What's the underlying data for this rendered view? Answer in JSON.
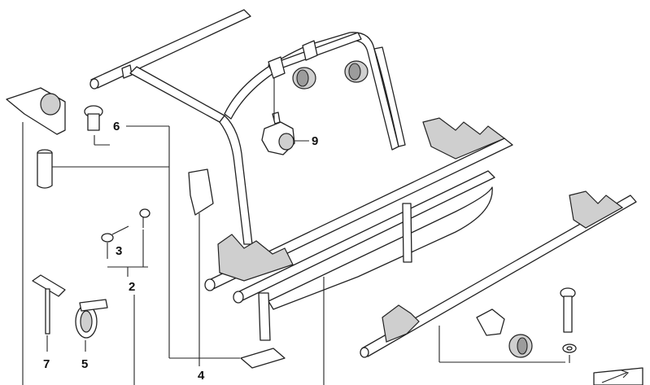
{
  "diagram": {
    "callouts": [
      {
        "id": "c6",
        "label": "6"
      },
      {
        "id": "c9",
        "label": "9"
      },
      {
        "id": "c3",
        "label": "3"
      },
      {
        "id": "c2",
        "label": "2"
      },
      {
        "id": "c7",
        "label": "7"
      },
      {
        "id": "c5",
        "label": "5"
      },
      {
        "id": "c4",
        "label": "4"
      }
    ]
  }
}
